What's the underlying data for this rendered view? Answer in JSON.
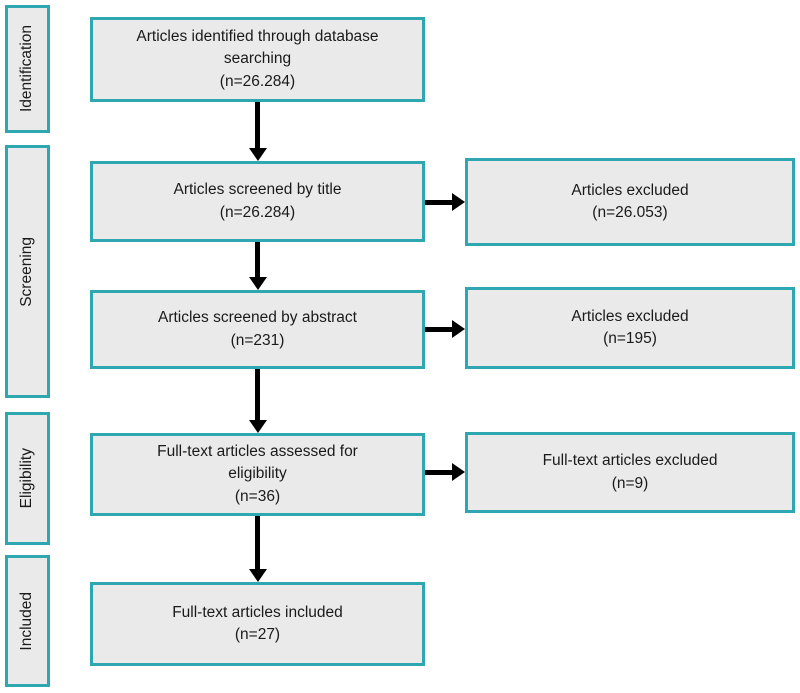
{
  "colors": {
    "border": "#2ea7b1",
    "fill": "#eaeaea",
    "arrow": "#000000",
    "text": "#1a1a1a"
  },
  "stages": [
    {
      "label": "Identification"
    },
    {
      "label": "Screening"
    },
    {
      "label": "Eligibility"
    },
    {
      "label": "Included"
    }
  ],
  "flow": [
    {
      "text": "Articles identified through database\nsearching\n(n=26.284)"
    },
    {
      "text": "Articles screened by title\n(n=26.284)"
    },
    {
      "text": "Articles screened by abstract\n(n=231)"
    },
    {
      "text": "Full-text articles assessed for\neligibility\n(n=36)"
    },
    {
      "text": "Full-text articles included\n(n=27)"
    }
  ],
  "excluded": [
    {
      "text": "Articles excluded\n(n=26.053)"
    },
    {
      "text": "Articles excluded\n(n=195)"
    },
    {
      "text": "Full-text articles excluded\n(n=9)"
    }
  ]
}
